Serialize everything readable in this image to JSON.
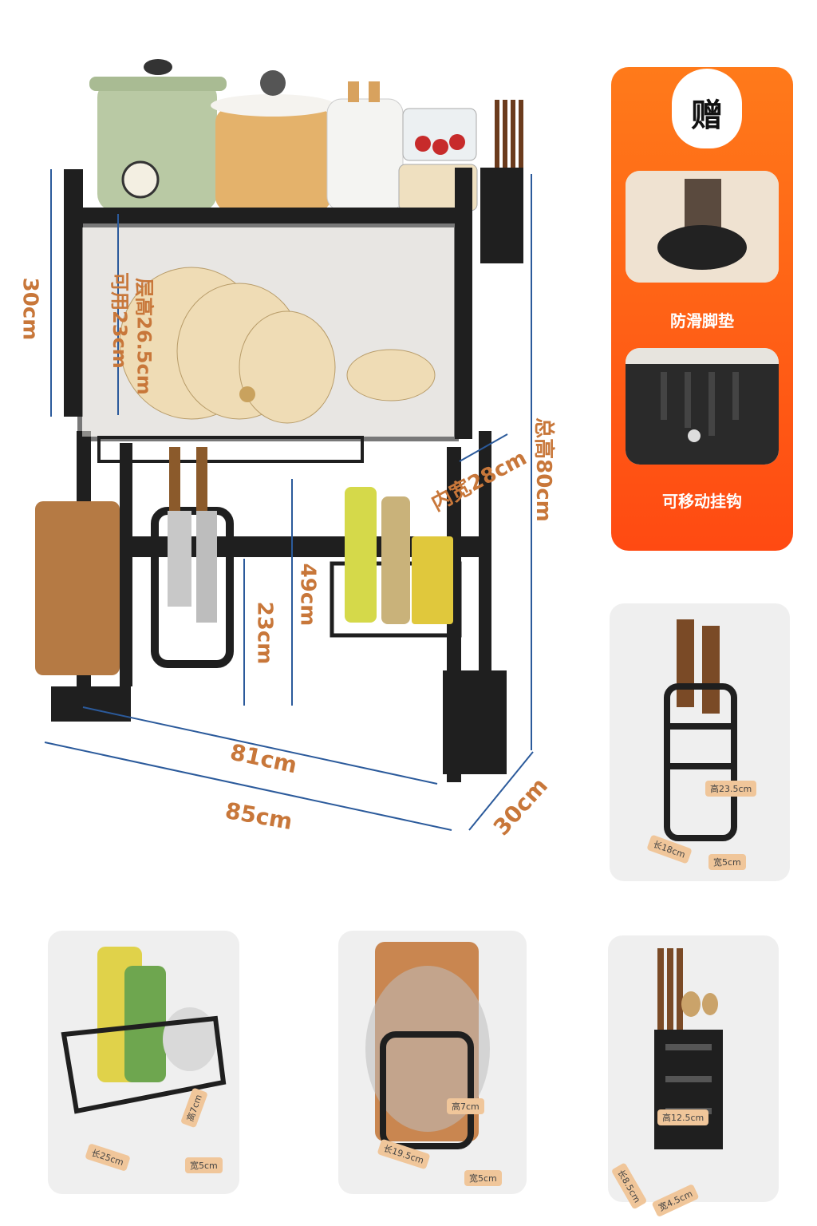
{
  "main_dims": {
    "left_height": "30cm",
    "layer_height": "层高26.5cm",
    "usable": "可用23cm",
    "total_height": "总高80cm",
    "inner_width": "内宽28cm",
    "lower_49": "49cm",
    "lower_23": "23cm",
    "width_81": "81cm",
    "width_85": "85cm",
    "depth_30": "30cm"
  },
  "gift": {
    "badge": "赠",
    "item1": "防滑脚垫",
    "item2": "可移动挂钩"
  },
  "knife_holder": {
    "height": "高23.5cm",
    "length": "长18cm",
    "width": "宽5cm"
  },
  "basket": {
    "height": "高7cm",
    "length": "长25cm",
    "width": "宽5cm"
  },
  "board_rack": {
    "height": "高7cm",
    "length": "长19.5cm",
    "width": "宽5cm"
  },
  "utensil_holder": {
    "height": "高12.5cm",
    "length": "长8.5cm",
    "width": "宽4.5cm"
  },
  "colors": {
    "accent": "#c8773a",
    "gift_orange": "#ff5a14",
    "frame": "#1f1f1f"
  }
}
